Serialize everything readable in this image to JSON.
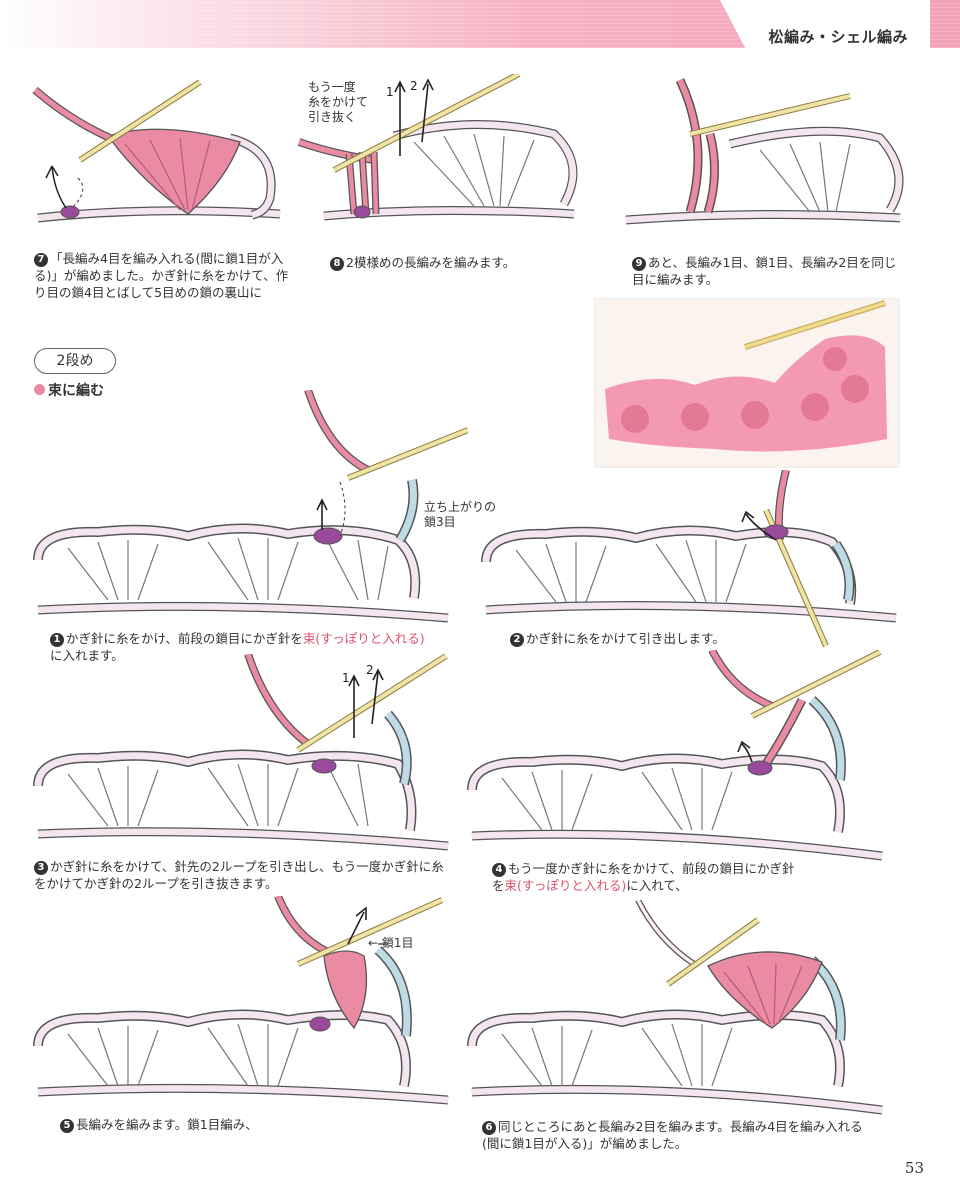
{
  "header": {
    "title": "松編み・シェル編み"
  },
  "page_number": "53",
  "section": {
    "label": "2段め",
    "legend": "束に編む"
  },
  "steps": [
    {
      "num": "7",
      "text_before": "「長編み4目を編み入れる(間に鎖1目が入る)」が編めました。かぎ針に糸をかけて、作り目の鎖4目とばして5目めの鎖の裏山に"
    },
    {
      "num": "8",
      "text_before": "2模様めの長編みを編みます。",
      "annot": "もう一度\n糸をかけて\n引き抜く"
    },
    {
      "num": "9",
      "text_before": "あと、長編み1目、鎖1目、長編み2目を同じ目に編みます。"
    },
    {
      "num": "1",
      "text_before": "かぎ針に糸をかけ、前段の鎖目にかぎ針を",
      "accent": "束(すっぽりと入れる)",
      "text_after": "に入れます。",
      "annot": "立ち上がりの\n鎖3目"
    },
    {
      "num": "2",
      "text_before": "かぎ針に糸をかけて引き出します。"
    },
    {
      "num": "3",
      "text_before": "かぎ針に糸をかけて、針先の2ループを引き出し、もう一度かぎ針に糸をかけてかぎ針の2ループを引き抜きます。"
    },
    {
      "num": "4",
      "text_before": "もう一度かぎ針に糸をかけて、前段の鎖目にかぎ針を",
      "accent": "束(すっぽりと入れる)",
      "text_after": "に入れて、"
    },
    {
      "num": "5",
      "text_before": "長編みを編みます。鎖1目編み、",
      "annot": "鎖1目"
    },
    {
      "num": "6",
      "text_before": "同じところにあと長編み2目を編みます。長編み4目を編み入れる(間に鎖1目が入る)」が編めました。"
    }
  ],
  "arrow_labels": {
    "one": "1",
    "two": "2"
  },
  "colors": {
    "yarn_pink": "#ea8aa3",
    "yarn_light": "#f3e6f0",
    "yarn_blue": "#bfdbe6",
    "outline": "#555555",
    "hook": "#efe3a6"
  }
}
